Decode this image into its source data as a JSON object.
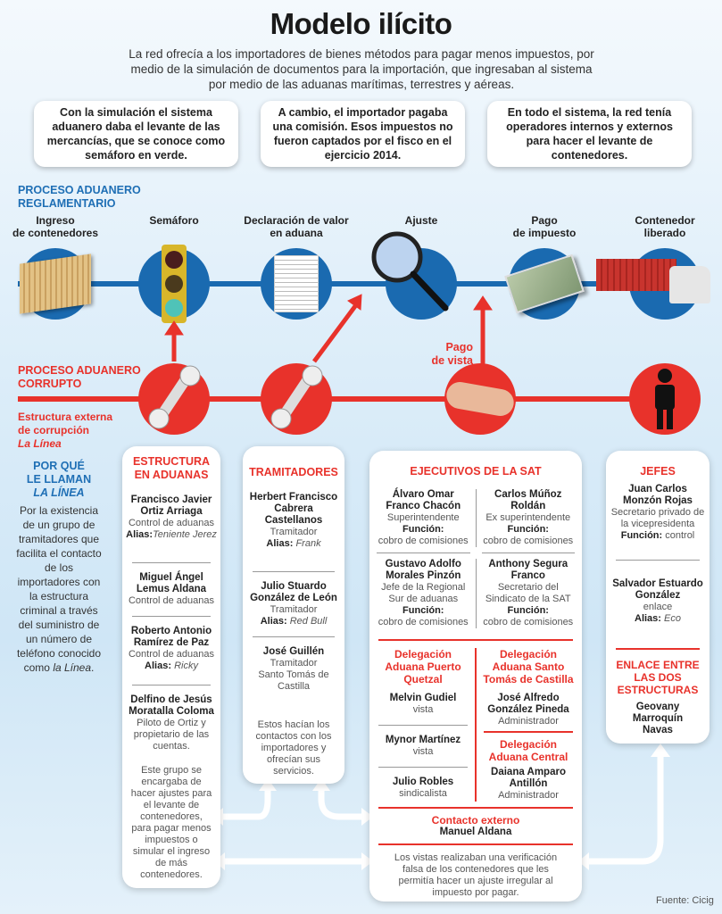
{
  "title": "Modelo ilícito",
  "intro": "La red ofrecía a los importadores de bienes métodos para pagar menos impuestos, por medio de la simulación de documentos para la importación, que ingresaban al sistema por medio de las aduanas marítimas, terrestres y aéreas.",
  "top_boxes": [
    "Con la simulación el sistema aduanero daba el levante de las mercancías, que se conoce como semáforo en verde.",
    "A cambio, el importador pagaba una comisión. Esos impuestos no fueron captados por el fisco en el ejercicio 2014.",
    "En todo el sistema, la red tenía operadores internos y externos para hacer el levante de contenedores."
  ],
  "legit": {
    "label1": "PROCESO ADUANERO",
    "label2": "REGLAMENTARIO",
    "steps": [
      [
        "Ingreso",
        "de contenedores"
      ],
      [
        "Semáforo",
        ""
      ],
      [
        "Declaración de valor",
        "en aduana"
      ],
      [
        "Ajuste",
        ""
      ],
      [
        "Pago",
        "de impuesto"
      ],
      [
        "Contenedor",
        "liberado"
      ]
    ]
  },
  "corrupt": {
    "label1": "PROCESO ADUANERO",
    "label2": "CORRUPTO",
    "ext1": "Estructura externa",
    "ext2": "de corrupción",
    "ext3": "La Línea",
    "pago1": "Pago",
    "pago2": "de vista"
  },
  "why": {
    "h1": "POR QUÉ",
    "h2": "LE LLAMAN",
    "h3": "LA LÍNEA",
    "text": "Por la existencia de un grupo de tramitadores que facilita el contacto de los importadores con la estructura criminal a través del suministro de un número de teléfono conocido como",
    "em": "la Línea",
    "end": "."
  },
  "aduanas": {
    "title1": "ESTRUCTURA",
    "title2": "EN ADUANAS",
    "people": [
      {
        "name": "Francisco Javier Ortiz Arriaga",
        "role": "Control de aduanas",
        "alias_label": "Alias:",
        "alias": "Teniente Jerez"
      },
      {
        "name": "Miguel Ángel Lemus Aldana",
        "role": "Control de aduanas"
      },
      {
        "name": "Roberto Antonio Ramírez de Paz",
        "role": "Control de aduanas",
        "alias_label": "Alias:",
        "alias": "Ricky"
      },
      {
        "name": "Delfino de Jesús Moratalla Coloma",
        "role": "Piloto de Ortiz y propietario de las cuentas."
      }
    ],
    "note": "Este grupo se encargaba de hacer ajustes para el levante de contenedores, para pagar menos impuestos o simular el ingreso de más contenedores."
  },
  "tramitadores": {
    "title": "TRAMITADORES",
    "people": [
      {
        "name": "Herbert Francisco Cabrera Castellanos",
        "role": "Tramitador",
        "alias_label": "Alias:",
        "alias": "Frank"
      },
      {
        "name": "Julio Stuardo González de León",
        "role": "Tramitador",
        "alias_label": "Alias:",
        "alias": "Red Bull"
      },
      {
        "name": "José Guillén",
        "role": "Tramitador Santo Tomás de Castilla"
      }
    ],
    "note": "Estos hacían los contactos con los importadores y ofrecían sus servicios."
  },
  "sat": {
    "title": "EJECUTIVOS DE LA SAT",
    "func_label": "Función:",
    "execs": [
      {
        "name": "Álvaro Omar Franco Chacón",
        "role": "Superintendente",
        "func": "cobro de comisiones"
      },
      {
        "name": "Carlos Múñoz Roldán",
        "role": "Ex superintendente",
        "func": "cobro de comisiones"
      },
      {
        "name": "Gustavo Adolfo Morales Pinzón",
        "role": "Jefe de la Regional Sur de aduanas",
        "func": "cobro de comisiones"
      },
      {
        "name": "Anthony Segura Franco",
        "role": "Secretario del Sindicato de la SAT",
        "func": "cobro de comisiones"
      }
    ],
    "deleg_pq": {
      "title": "Delegación Aduana Puerto Quetzal",
      "people": [
        {
          "name": "Melvin Gudiel",
          "role": "vista"
        },
        {
          "name": "Mynor Martínez",
          "role": "vista"
        },
        {
          "name": "Julio Robles",
          "role": "sindicalista"
        }
      ]
    },
    "deleg_stc": {
      "title": "Delegación Aduana Santo Tomás de Castilla",
      "people": [
        {
          "name": "José Alfredo González Pineda",
          "role": "Administrador"
        }
      ]
    },
    "deleg_c": {
      "title": "Delegación Aduana Central",
      "people": [
        {
          "name": "Daiana Amparo Antillón",
          "role": "Administrador"
        }
      ]
    },
    "contact_title": "Contacto externo",
    "contact_name": "Manuel Aldana",
    "note": "Los vistas realizaban una verificación falsa de los contenedores que les permitía hacer un ajuste irregular al impuesto por pagar."
  },
  "jefes": {
    "title": "JEFES",
    "p1": {
      "name": "Juan Carlos Monzón Rojas",
      "role": "Secretario privado de la vicepresidenta",
      "func_label": "Función:",
      "func": "control"
    },
    "p2": {
      "name": "Salvador Estuardo González",
      "role": "enlace",
      "alias_label": "Alias:",
      "alias": "Eco"
    },
    "enlace_title": "ENLACE ENTRE LAS DOS ESTRUCTURAS",
    "enlace_name": "Geovany Marroquín Navas"
  },
  "source": "Fuente: Cicig",
  "colors": {
    "blue": "#1a6ab0",
    "red": "#e8322b"
  }
}
